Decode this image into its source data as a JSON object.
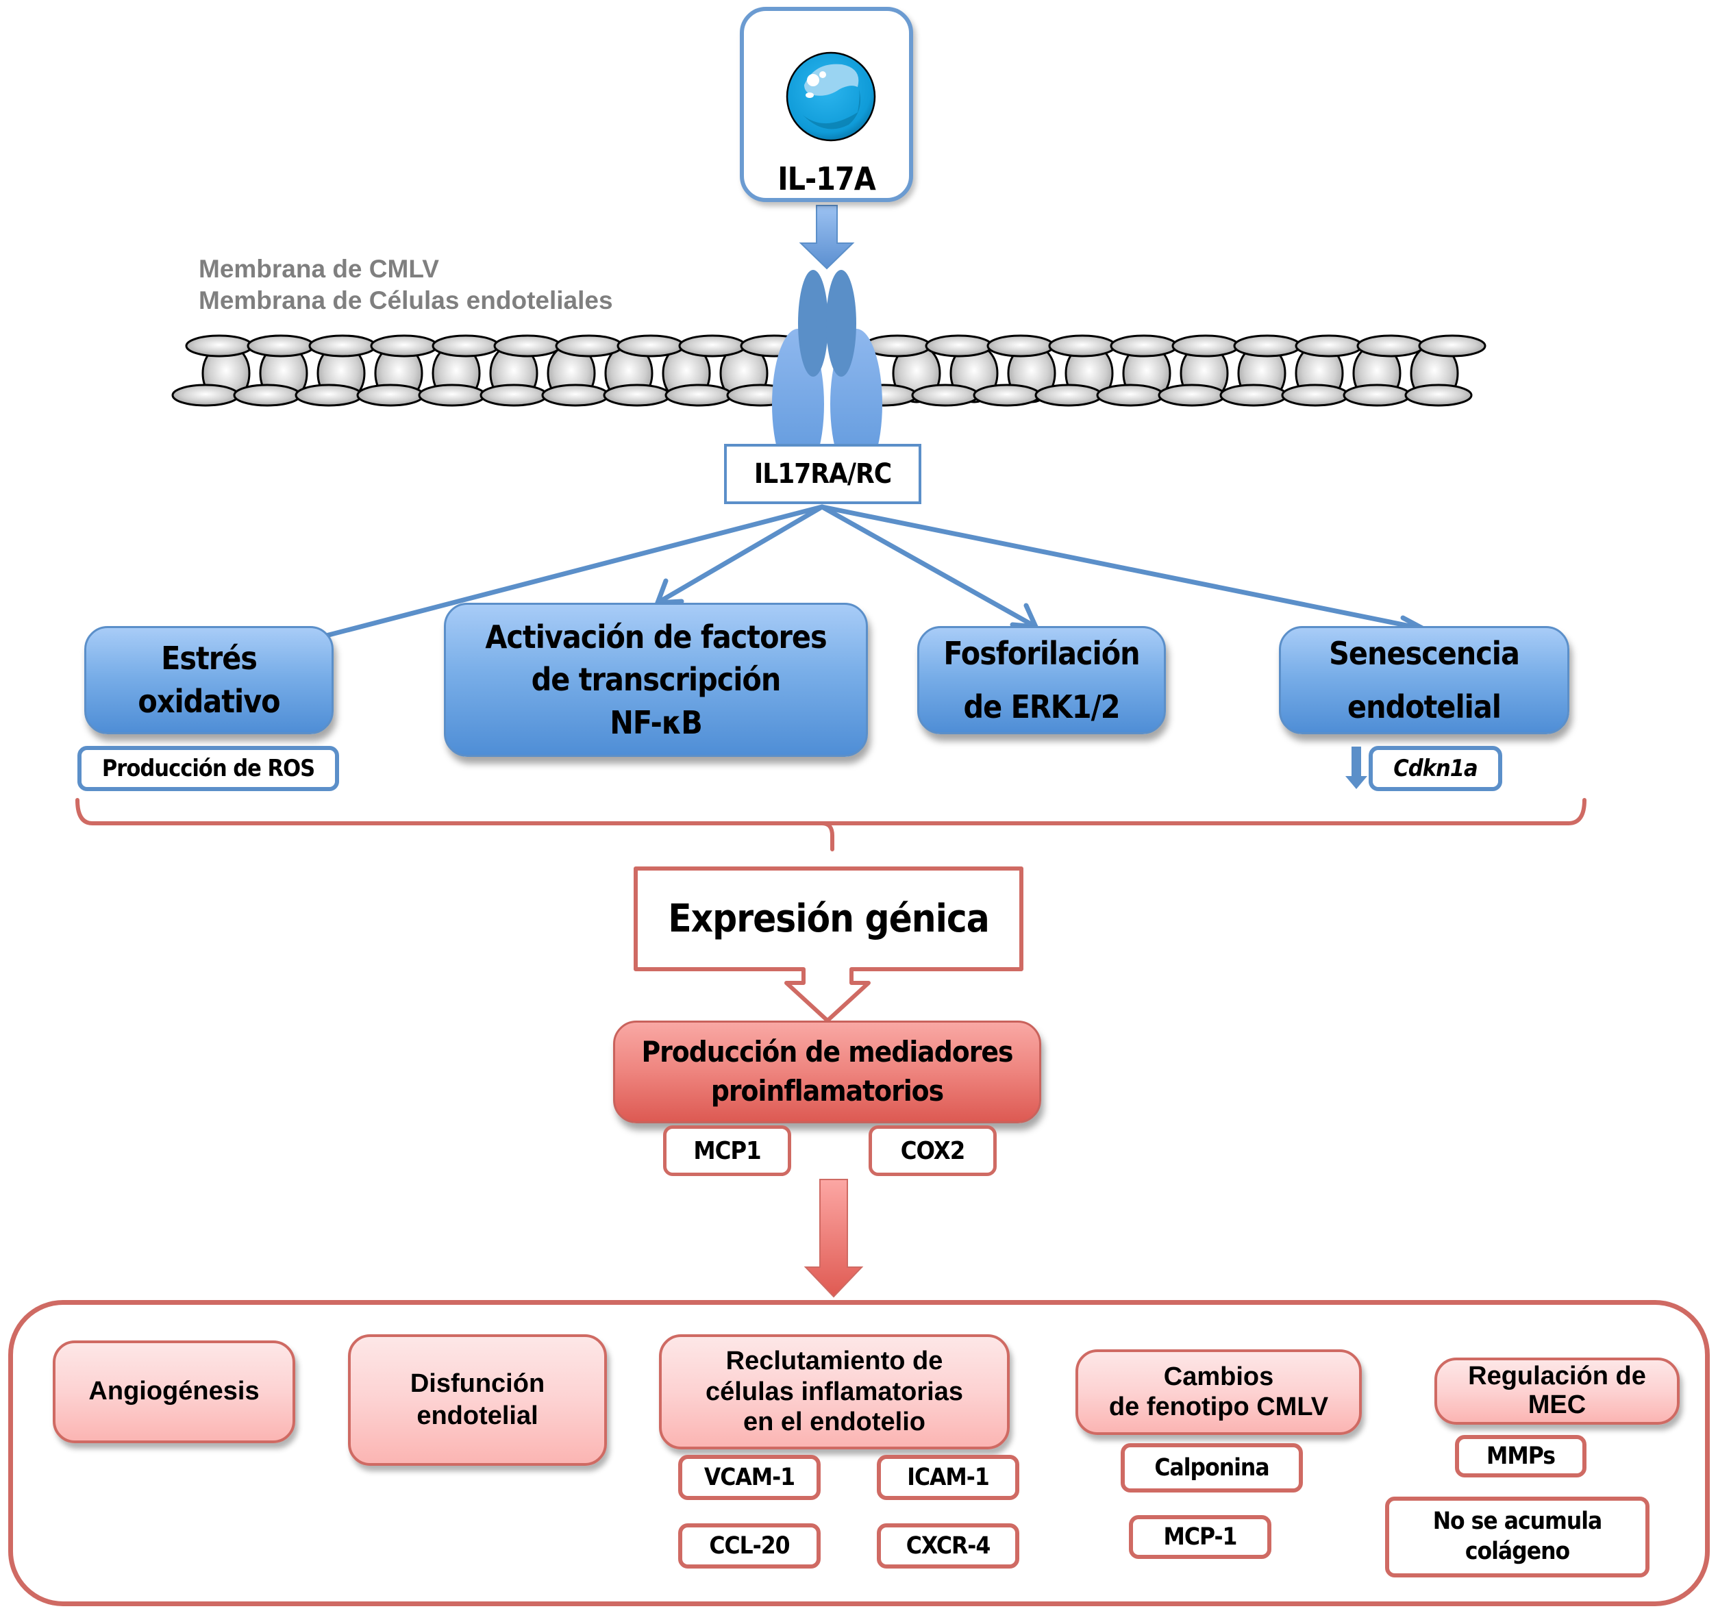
{
  "ligand": {
    "label": "IL-17A",
    "icon": "sphere-icon"
  },
  "membrane": {
    "label_line1": "Membrana de CMLV",
    "label_line2": "Membrana de Células endoteliales"
  },
  "receptor": {
    "label": "IL17RA/RC"
  },
  "pathways": [
    {
      "label_line1": "Estrés",
      "label_line2": "oxidativo",
      "label_line3": ""
    },
    {
      "label_line1": "Activación de factores",
      "label_line2": "de transcripción",
      "label_line3": "NF-κB"
    },
    {
      "label_line1": "Fosforilación",
      "label_line2": "de ERK1/2",
      "label_line3": ""
    },
    {
      "label_line1": "Senescencia",
      "label_line2": "endotelial",
      "label_line3": ""
    }
  ],
  "pathway_details": {
    "ros": "Producción de ROS",
    "cdkn1a": "Cdkn1a",
    "cdkn1a_direction": "down"
  },
  "gene_expression": {
    "label": "Expresión génica"
  },
  "mediators": {
    "label_line1": "Producción de mediadores",
    "label_line2": "proinflamatorios",
    "items": [
      "MCP1",
      "COX2"
    ]
  },
  "outcomes": [
    {
      "label_line1": "Angiogénesis",
      "label_line2": "",
      "label_line3": ""
    },
    {
      "label_line1": "Disfunción",
      "label_line2": "endotelial",
      "label_line3": ""
    },
    {
      "label_line1": "Reclutamiento de",
      "label_line2": "células inflamatorias",
      "label_line3": "en el endotelio"
    },
    {
      "label_line1": "Cambios",
      "label_line2": "de fenotipo CMLV",
      "label_line3": ""
    },
    {
      "label_line1": "Regulación de",
      "label_line2": "MEC",
      "label_line3": ""
    }
  ],
  "outcome_markers": {
    "recruitment": [
      {
        "label": "VCAM-1",
        "direction": "up"
      },
      {
        "label": "ICAM-1",
        "direction": "up"
      },
      {
        "label": "CCL-20",
        "direction": "up"
      },
      {
        "label": "CXCR-4",
        "direction": "up"
      }
    ],
    "phenotype": [
      {
        "label": "Calponina",
        "direction": "down"
      },
      {
        "label": "MCP-1",
        "direction": "up"
      }
    ],
    "ecm": [
      {
        "label": "MMPs",
        "direction": "up"
      }
    ],
    "ecm_note_line1": "No se acumula",
    "ecm_note_line2": "colágeno"
  },
  "colors": {
    "blue_accent": "#5b8fc9",
    "red_accent": "#cf6a63",
    "membrane_gray": "#c8c8c8",
    "label_gray": "#7f7f7f"
  }
}
